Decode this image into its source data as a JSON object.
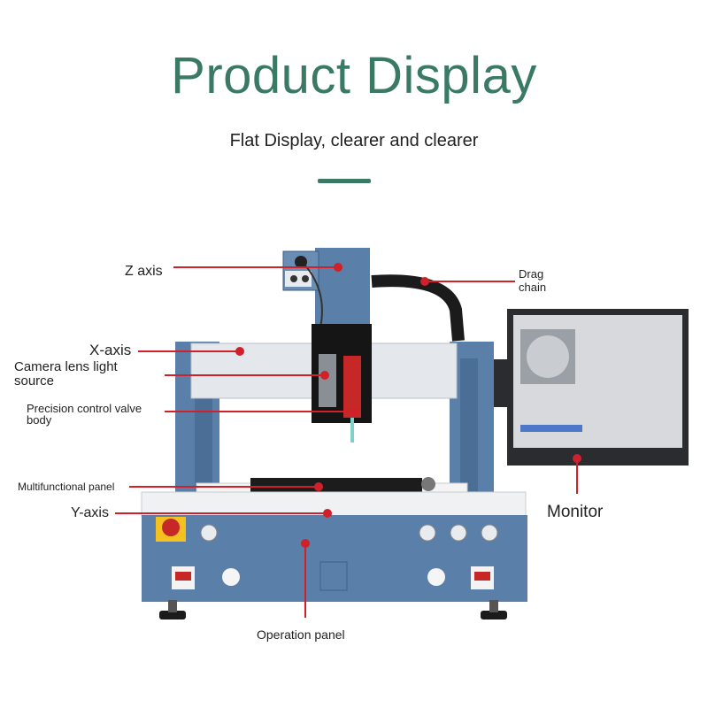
{
  "header": {
    "title": "Product Display",
    "subtitle": "Flat Display, clearer and clearer"
  },
  "labels": {
    "z_axis": "Z axis",
    "drag_chain_1": "Drag",
    "drag_chain_2": "chain",
    "x_axis": "X-axis",
    "camera_1": "Camera lens light",
    "camera_2": "source",
    "valve_1": "Precision control valve",
    "valve_2": "body",
    "multifunctional_panel": "Multifunctional panel",
    "y_axis": "Y-axis",
    "monitor": "Monitor",
    "operation_panel": "Operation panel"
  },
  "colors": {
    "accent": "#3a7a64",
    "machine_blue": "#5a7fa8",
    "leader_red": "#d0202a"
  }
}
